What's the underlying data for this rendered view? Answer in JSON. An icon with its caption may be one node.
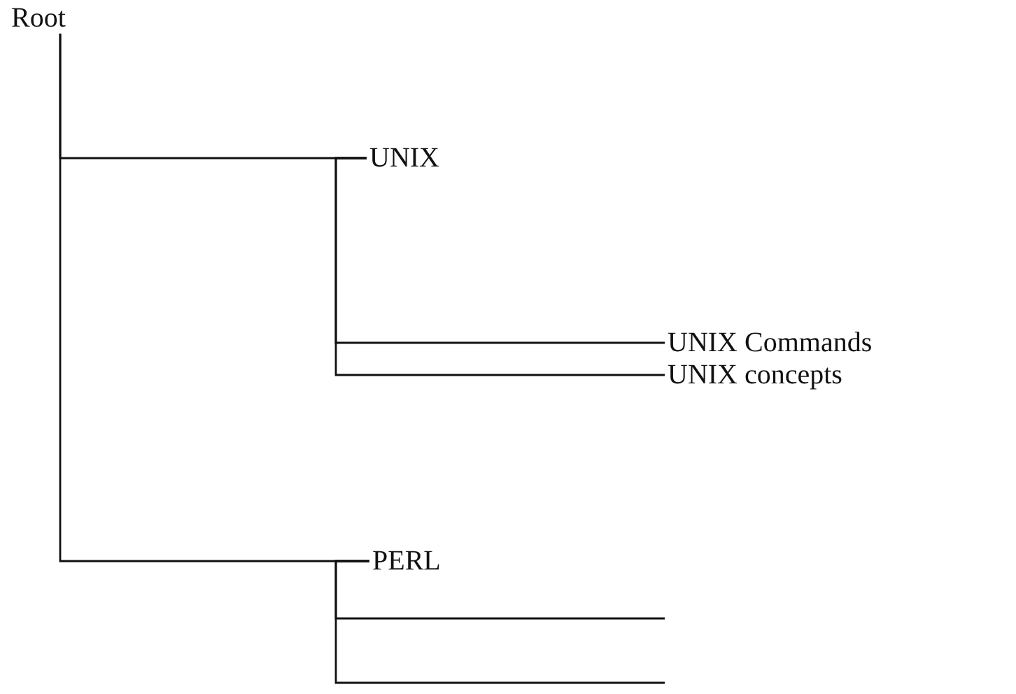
{
  "diagram": {
    "nodes": [
      {
        "text": [
          "Root"
        ]
      },
      {
        "text": [
          "UNIX"
        ]
      },
      {
        "text": [
          "UNIX Commands"
        ]
      },
      {
        "text": [
          "UNIX concepts"
        ]
      },
      {
        "text": [
          "PERL"
        ]
      }
    ],
    "edges": [
      {
        "from": 0,
        "to": 1,
        "arrow": "none"
      },
      {
        "from": 1,
        "to": 2,
        "arrow": "none"
      },
      {
        "from": 1,
        "to": 3,
        "arrow": "none"
      },
      {
        "from": 0,
        "to": 4,
        "arrow": "none"
      },
      {
        "from": 4,
        "to": null,
        "arrow": "none"
      },
      {
        "from": 4,
        "to": null,
        "arrow": "none"
      }
    ]
  }
}
